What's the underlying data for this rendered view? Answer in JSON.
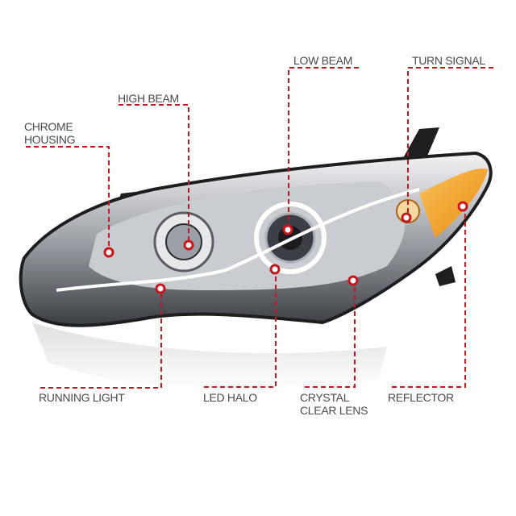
{
  "labels": {
    "chrome_housing": [
      "CHROME",
      "HOUSING"
    ],
    "high_beam": "HIGH BEAM",
    "low_beam": "LOW BEAM",
    "turn_signal": "TURN SIGNAL",
    "running_light": "RUNNING LIGHT",
    "led_halo": "LED HALO",
    "crystal_clear_lens": [
      "CRYSTAL",
      "CLEAR LENS"
    ],
    "reflector": "REFLECTOR"
  },
  "colors": {
    "leader": "#c8161d",
    "amber": "#f5a21a",
    "text": "#4a4a4a"
  }
}
